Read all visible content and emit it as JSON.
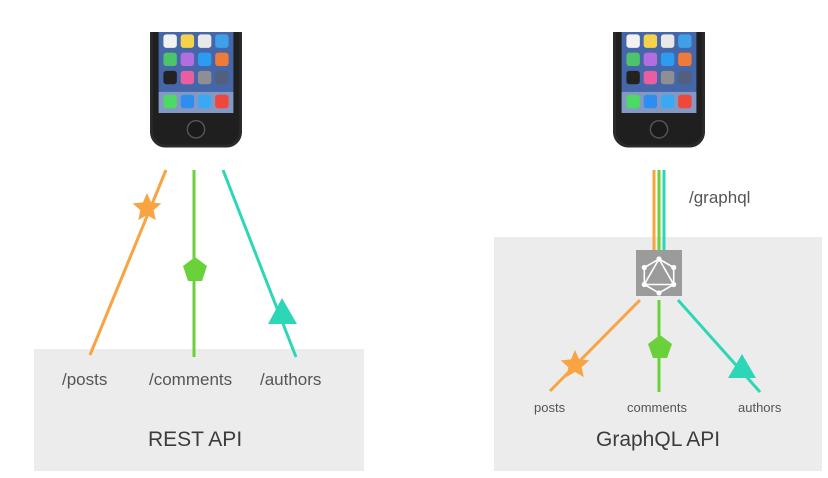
{
  "rest": {
    "title": "REST API",
    "endpoints": [
      "/posts",
      "/comments",
      "/authors"
    ]
  },
  "graphql": {
    "title": "GraphQL API",
    "endpoint": "/graphql",
    "fields": [
      "posts",
      "comments",
      "authors"
    ]
  },
  "colors": {
    "posts": "#f8a443",
    "comments": "#6bd13b",
    "authors": "#2ed6b8",
    "server_box": "#ececec",
    "graphql_logo_bg": "#9b9b9b"
  },
  "icons": {
    "client_device": "smartphone",
    "posts_shape": "star",
    "comments_shape": "pentagon",
    "authors_shape": "triangle",
    "graphql_logo": "graphql-logo-icon"
  }
}
